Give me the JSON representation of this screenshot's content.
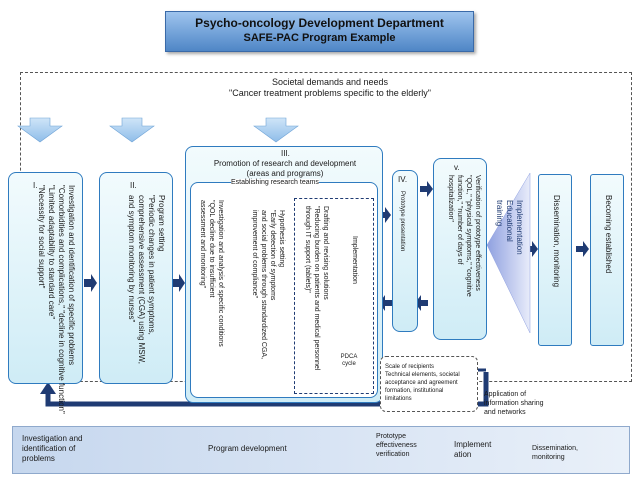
{
  "title": {
    "line1": "Psycho-oncology  Development Department",
    "line2": "SAFE-PAC Program Example"
  },
  "societal": {
    "line1": "Societal demands and needs",
    "line2": "\"Cancer treatment problems specific to the elderly\""
  },
  "stage1": {
    "numeral": "I.",
    "text": "Investigation and identification of specific problems\n\"Comorbidities and complications,\" \"decline in cognitive function\"\n\"Limited adaptability to standard care\"\n\"Necessity for social support\""
  },
  "stage2": {
    "numeral": "II.",
    "text": "Program setting\n\"Periodic changes in patient symptoms,\ncomprehensive assessment (CGA) using MSW,\nand symptom monitoring by nurses\""
  },
  "stage3": {
    "numeral": "III.",
    "heading": "Promotion of research and development\n(areas and programs)",
    "teams": "Establishing research teams",
    "investigation": "Investigation and analysis of specific conditions\n\"QOL decline due to insufficient\nassessment and monitoring\"",
    "hypothesis": "Hypothesis setting\n\"Early detection of symptoms\nand social problems through standardized CGA,\nimprovement of compliance\"",
    "drafting": "Drafting and revising solutions\n\"Reducing burden on patients and medical personnel\nthrough IT support (tablets)\"",
    "implementation": "Implementation",
    "pdca": "PDCA\ncycle"
  },
  "stage4": {
    "numeral": "IV.",
    "text": "Prototype presentation"
  },
  "stage5": {
    "numeral": "v.",
    "text": "Verification of prototype effectiveness\n\"QOL,\" \"physical symptoms,\" \"cognitive\nfunction,\" \"number of days of\nhospitalization\""
  },
  "triangle": {
    "text": "Implementation\nEducational\ntraining"
  },
  "dissemination": {
    "text": "Dissemination, monitoring"
  },
  "established": {
    "text": "Becoming established"
  },
  "scale_box": {
    "text": "Scale of recipients\nTechnical elements, societal\nacceptance and agreement\nformation, institutional\nlimitations"
  },
  "app_info": {
    "text": "Application of\ninformation sharing\nand networks"
  },
  "bottom_bar": {
    "seg1": "Investigation and\nidentification of\nproblems",
    "seg2": "Program development",
    "seg3": "Prototype\neffectiveness\nverification",
    "seg4": "Implement\nation",
    "seg5": "Dissemination,\nmonitoring"
  },
  "colors": {
    "navy_arrow": "#1f3b73",
    "light_arrow": "#a9cdf0",
    "stage_border": "#2f7bbf",
    "title_fill": "#6f9fd8"
  }
}
